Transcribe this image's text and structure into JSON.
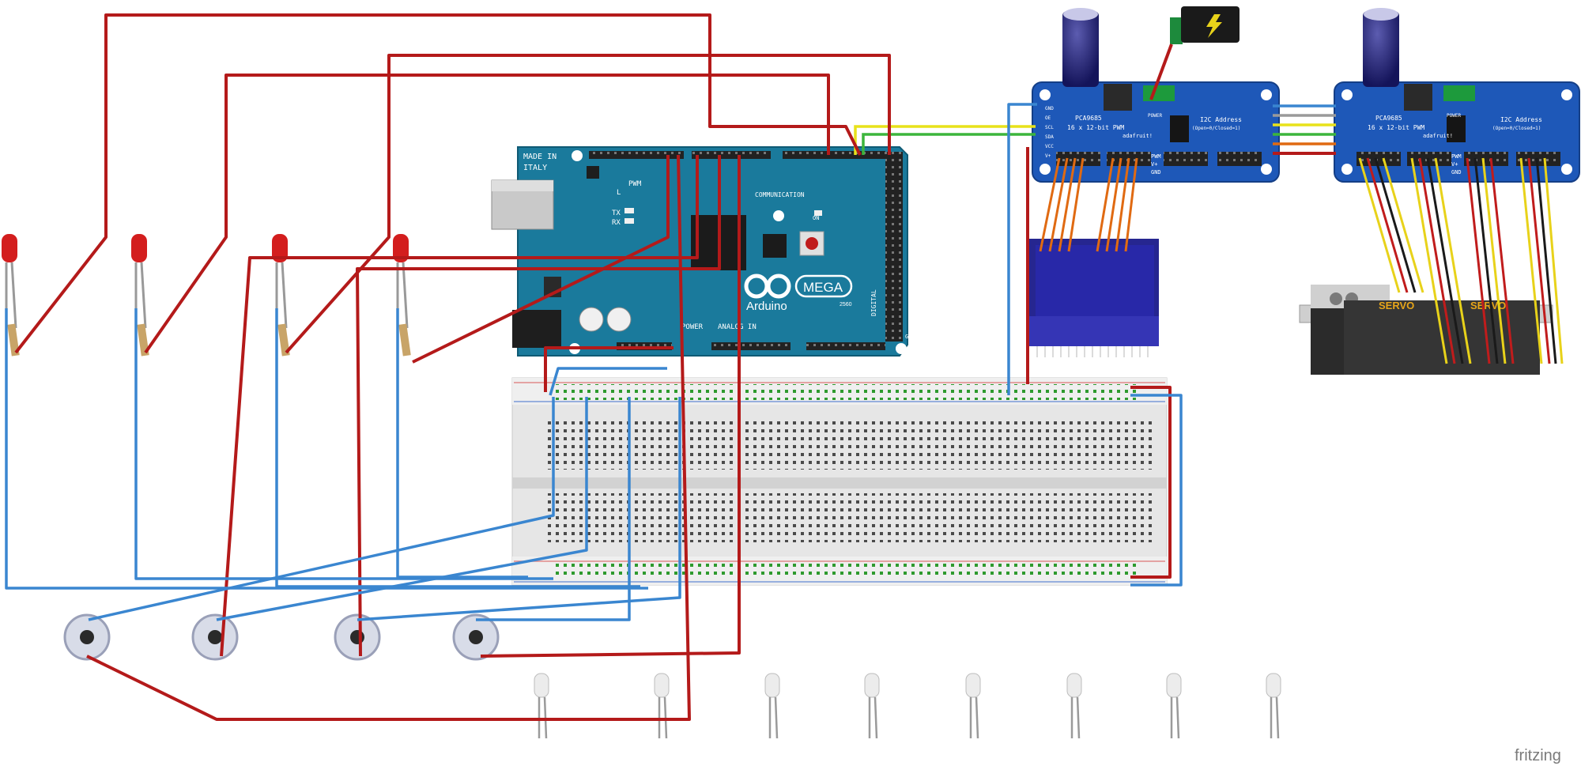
{
  "arduino": {
    "made_in": "MADE IN",
    "italy": "ITALY",
    "pwm": "PWM",
    "communication": "COMMUNICATION",
    "tx": "TX",
    "rx": "RX",
    "l": "L",
    "on": "ON",
    "brand": "Arduino",
    "model": "MEGA",
    "model_number": "2560",
    "power": "POWER",
    "analog_in": "ANALOG IN",
    "digital": "DIGITAL",
    "gnd": "GND"
  },
  "pwm_driver": {
    "chip": "PCA9685",
    "subtitle": "16 x 12-bit PWM",
    "i2c": "I2C Address",
    "i2c_sub": "(Open=0/Closed=1)",
    "brand": "adafruit!",
    "power": "POWER",
    "pwm": "PWM",
    "v_plus": "V+",
    "gnd": "GND",
    "pins": [
      "GND",
      "OE",
      "SCL",
      "SDA",
      "VCC",
      "V+"
    ]
  },
  "servo": {
    "label_1": "SERVO",
    "label_2": "SERVO"
  },
  "watermark": "fritzing",
  "colors": {
    "board_blue": "#1a7a9c",
    "driver_blue": "#1e58b8",
    "wire_red": "#b41a1a",
    "wire_blue": "#3a86d0"
  }
}
